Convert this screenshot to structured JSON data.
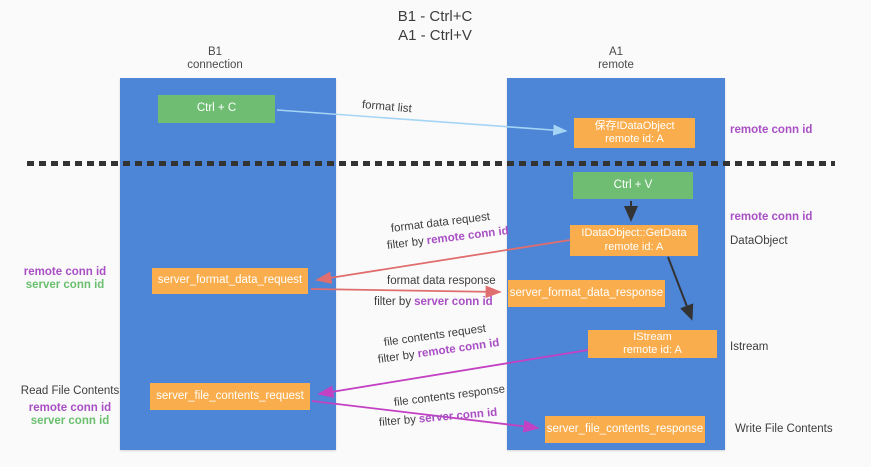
{
  "title": {
    "line1": "B1 - Ctrl+C",
    "line2": "A1 - Ctrl+V"
  },
  "columns": {
    "b1": {
      "title": "B1",
      "subtitle": "connection"
    },
    "a1": {
      "title": "A1",
      "subtitle": "remote"
    }
  },
  "nodes": {
    "ctrl_c": {
      "label": "Ctrl + C"
    },
    "ctrl_v": {
      "label": "Ctrl + V"
    },
    "save_dataobject": {
      "line1": "保存IDataObject",
      "line2": "remote id: A"
    },
    "getdata": {
      "line1": "IDataObject::GetData",
      "line2": "remote id: A"
    },
    "istream": {
      "line1": "IStream",
      "line2": "remote id: A"
    },
    "format_request": {
      "label": "server_format_data_request"
    },
    "format_response": {
      "label": "server_format_data_response"
    },
    "file_request": {
      "label": "server_file_contents_request"
    },
    "file_response": {
      "label": "server_file_contents_response"
    }
  },
  "edge_labels": {
    "format_list": "format list",
    "format_data_request": "format data request",
    "format_data_response": "format data response",
    "file_contents_request": "file contents request",
    "file_contents_response": "file contents response",
    "filter_by": "filter by",
    "remote_conn_id": "remote conn id",
    "server_conn_id": "server conn id"
  },
  "side_labels": {
    "right_remote_conn_id_1": "remote conn id",
    "right_remote_conn_id_2": "remote conn id",
    "right_dataobject": "DataObject",
    "right_istream": "Istream",
    "right_write_file_contents": "Write File Contents",
    "left_remote_conn_id_1": "remote conn id",
    "left_server_conn_id_1": "server conn id",
    "left_read_file_contents": "Read File Contents",
    "left_remote_conn_id_2": "remote conn id",
    "left_server_conn_id_2": "server conn id"
  },
  "colors": {
    "column_blue": "#4d85d7",
    "box_orange": "#f9ad4d",
    "box_green": "#6ebd72",
    "arrow_light_blue": "#a5d5f5",
    "arrow_red": "#e06e6e",
    "arrow_magenta": "#c341c3",
    "arrow_black": "#333333",
    "text_purple": "#a94fc4",
    "text_green": "#6abf6e"
  }
}
